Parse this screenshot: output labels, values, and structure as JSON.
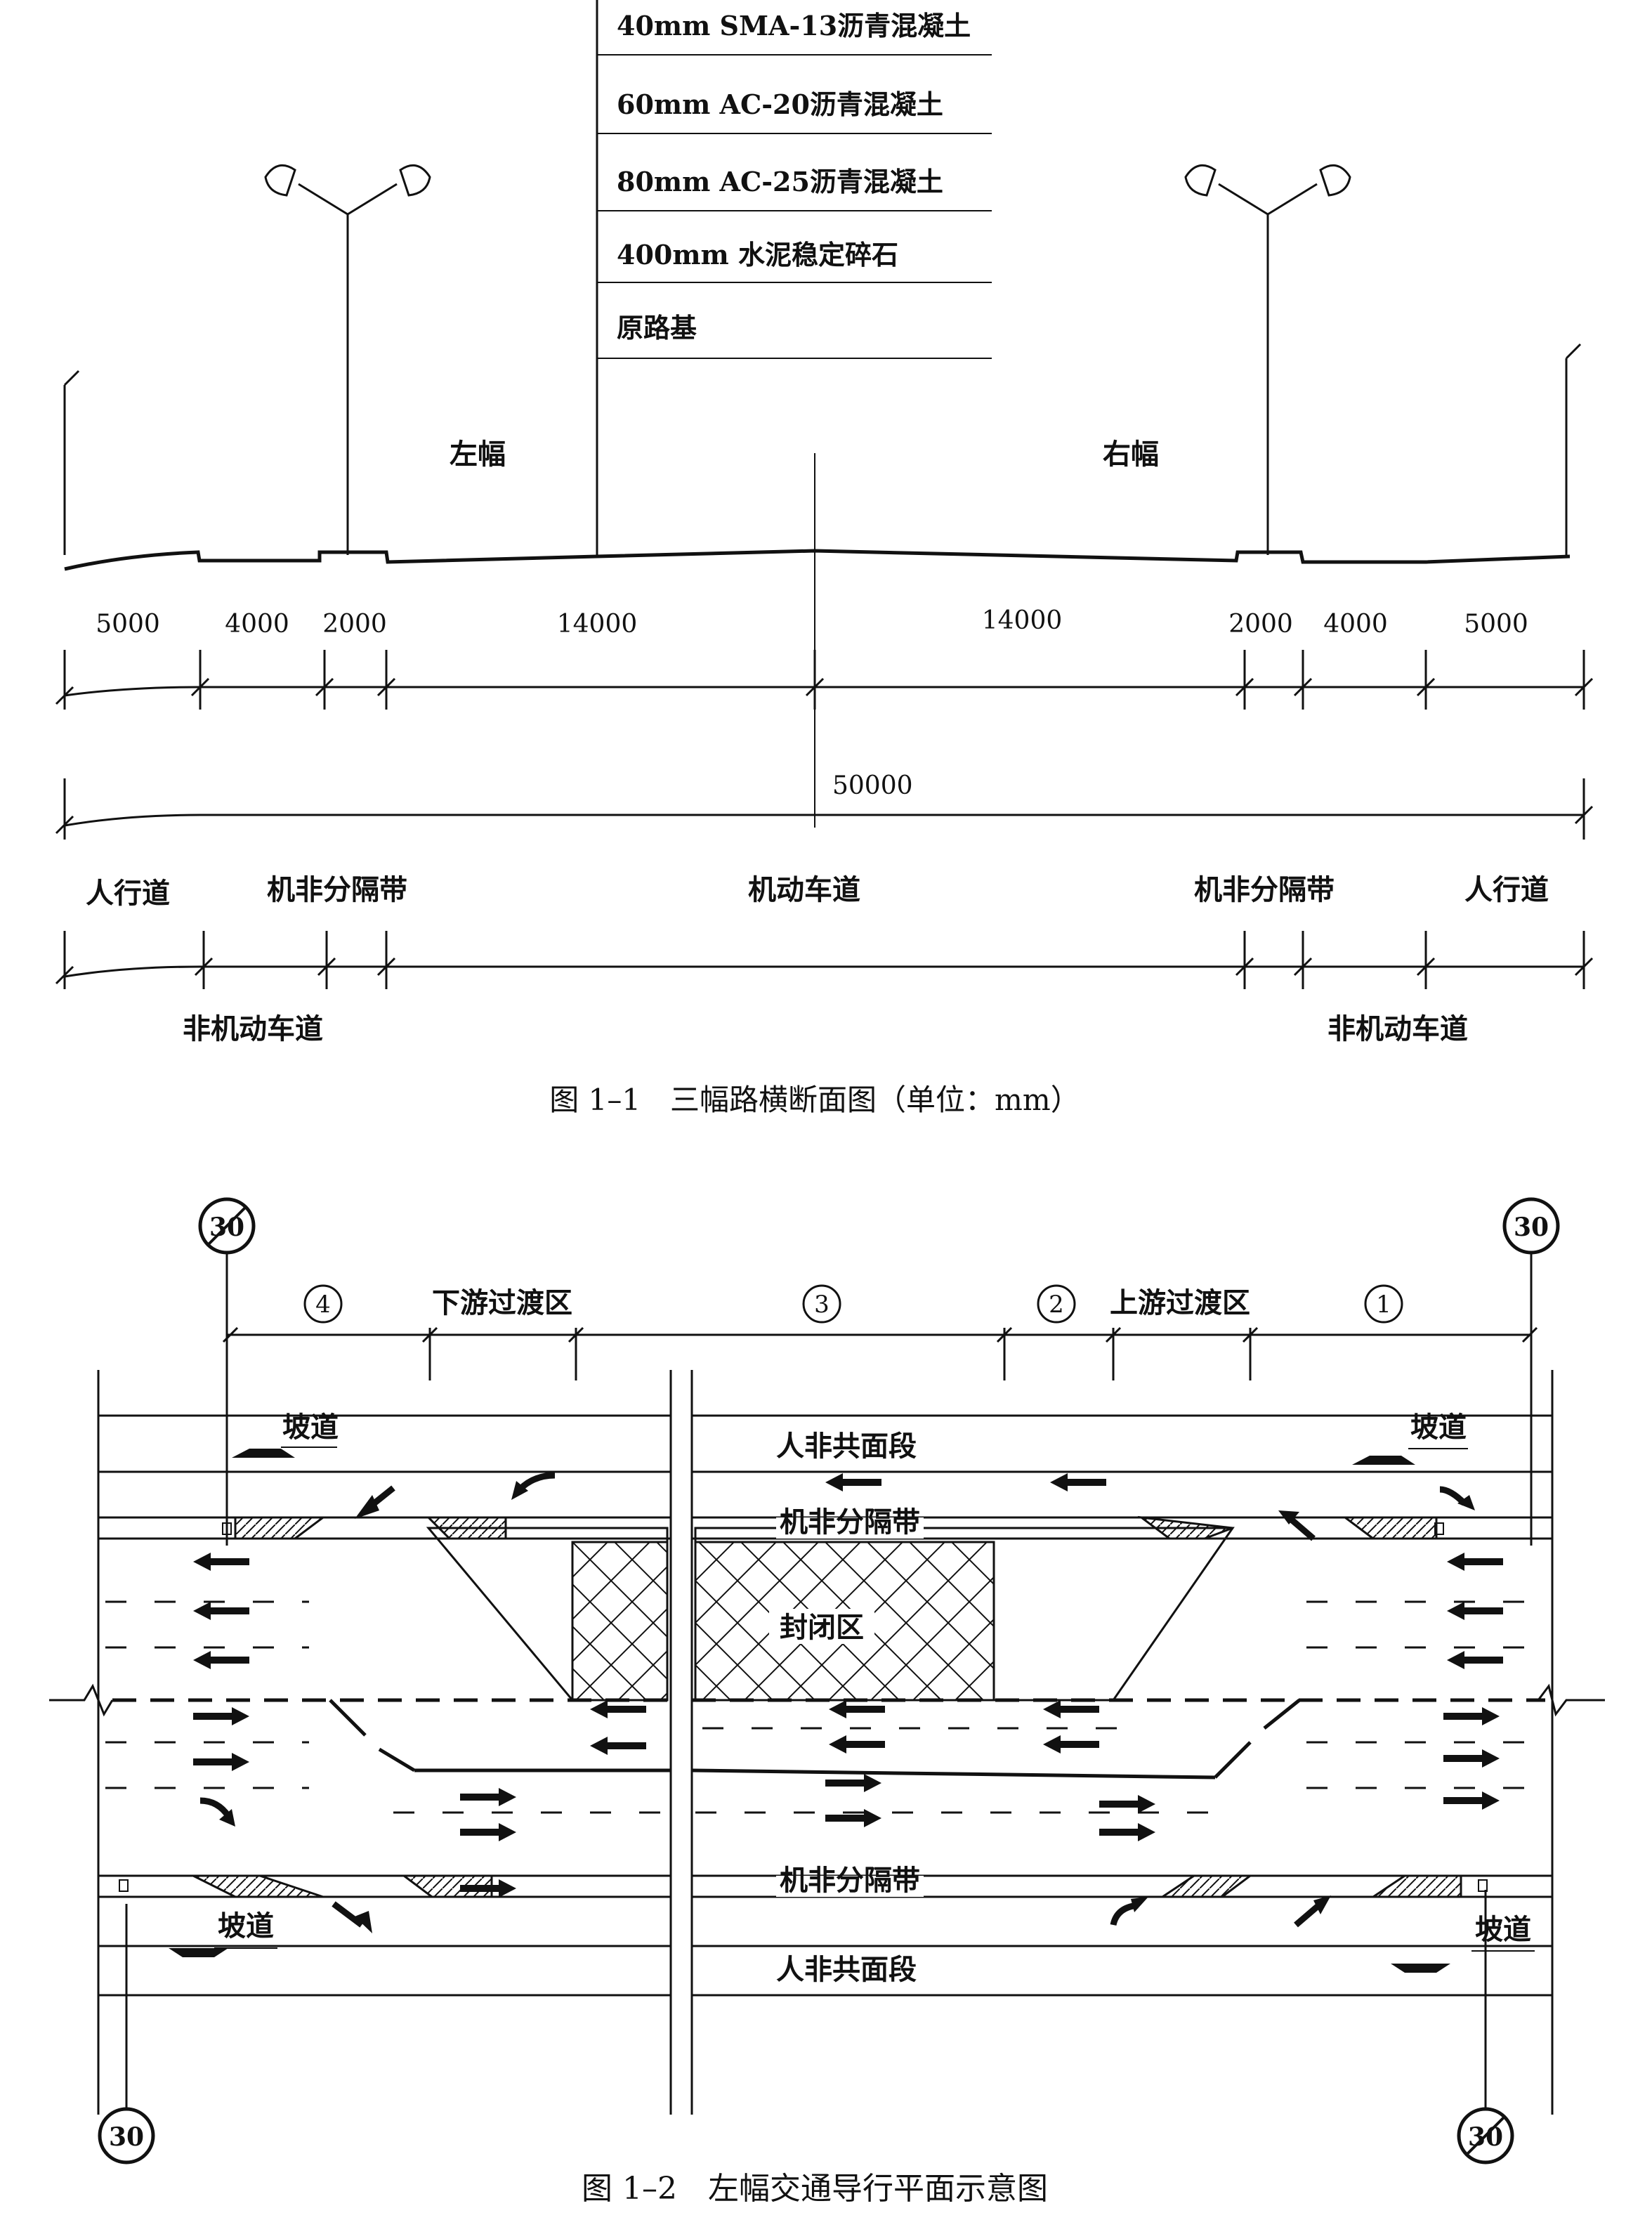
{
  "fig1": {
    "caption": "图 1–1　三幅路横断面图（单位：mm）",
    "layers": [
      "40mm SMA-13沥青混凝土",
      "60mm AC-20沥青混凝土",
      "80mm AC-25沥青混凝土",
      "400mm 水泥稳定碎石",
      "原路基"
    ],
    "left_label": "左幅",
    "right_label": "右幅",
    "dims": [
      "5000",
      "4000",
      "2000",
      "14000",
      "14000",
      "2000",
      "4000",
      "5000"
    ],
    "total": "50000",
    "zones_top": [
      "人行道",
      "机非分隔带",
      "机动车道",
      "机非分隔带",
      "人行道"
    ],
    "zones_bottom": [
      "非机动车道",
      "非机动车道"
    ]
  },
  "fig2": {
    "caption": "图 1–2　左幅交通导行平面示意图",
    "sign_value": "30",
    "zone_numbers": [
      "4",
      "3",
      "2",
      "1"
    ],
    "downstream": "下游过渡区",
    "upstream": "上游过渡区",
    "ramp": "坡道",
    "shared": "人非共面段",
    "median": "机非分隔带",
    "closed": "封闭区"
  }
}
